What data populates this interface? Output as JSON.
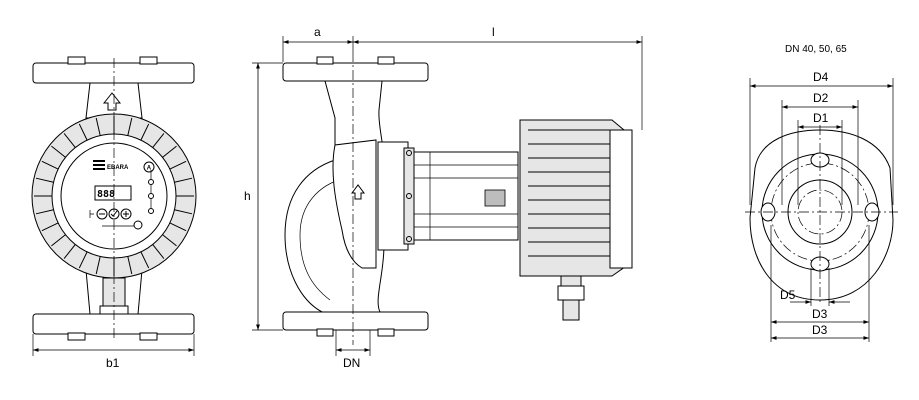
{
  "brand": "EBARA",
  "display_digits": "888",
  "display_mode_letter": "A",
  "labels": {
    "a": "a",
    "l": "l",
    "h": "h",
    "b1": "b1",
    "dn": "DN",
    "flange_title": "DN 40, 50, 65",
    "d4": "D4",
    "d2": "D2",
    "d1": "D1",
    "d5": "D5",
    "d3_upper": "D3",
    "d3_lower": "D3"
  },
  "icons": [
    "minus-button-icon",
    "check-button-icon",
    "plus-button-icon",
    "flow-arrow-icon"
  ]
}
